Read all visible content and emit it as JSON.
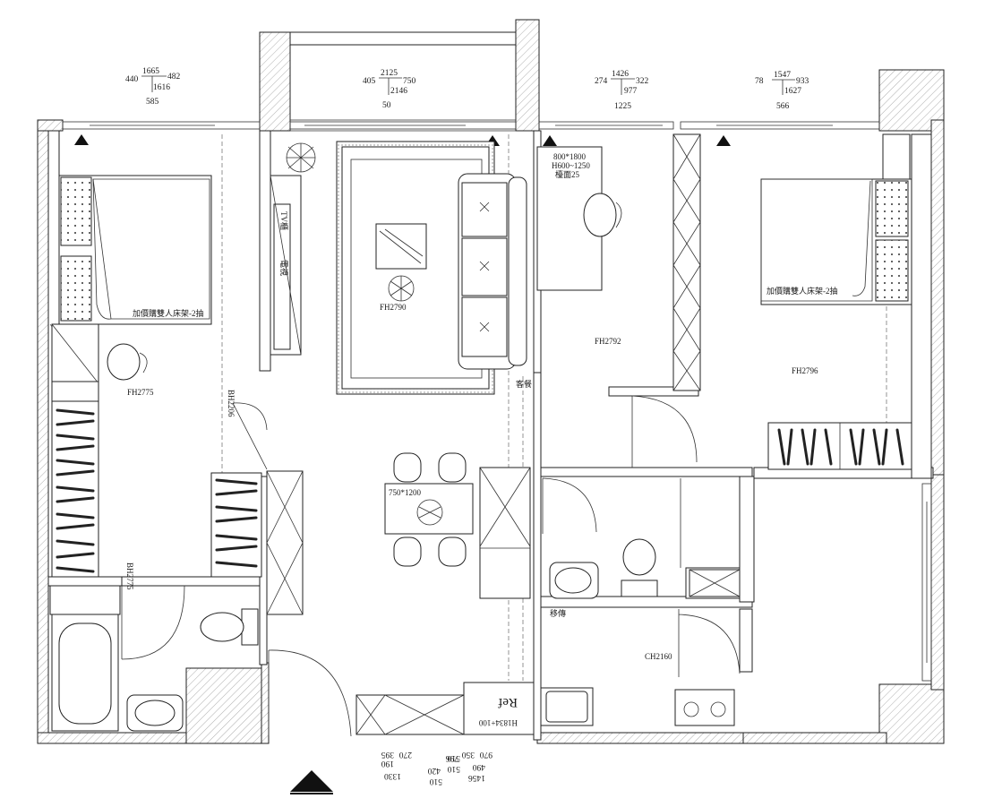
{
  "dimensions": {
    "top": [
      {
        "left": "440",
        "top": "1665",
        "right": "482",
        "sub": "1616",
        "bottom": "585"
      },
      {
        "left": "405",
        "top": "2125",
        "right": "750",
        "sub": "2146",
        "bottom": "50"
      },
      {
        "left": "274",
        "top": "1426",
        "right": "322",
        "sub": "977",
        "bottom": "1225"
      },
      {
        "left": "78",
        "top": "1547",
        "right": "933",
        "sub": "1627",
        "bottom": "566"
      }
    ],
    "bottom": [
      {
        "a": "1330",
        "b": "190",
        "c": "270",
        "d": "395"
      },
      {
        "a": "510",
        "b": "420",
        "c": "796"
      },
      {
        "a": "510",
        "b": "510"
      },
      {
        "a": "1456",
        "b": "490",
        "c": "970",
        "d": "350"
      }
    ]
  },
  "rooms": {
    "bedroom_left": {
      "bed_label": "加價購雙人床架-2抽",
      "code": "FH2775"
    },
    "living": {
      "code": "FH2790",
      "sofa_note": "客餐"
    },
    "study": {
      "desk_note_1": "800*1800",
      "desk_note_2": "H600~1250",
      "desk_note_3": "檯面25",
      "code": "FH2792"
    },
    "bedroom_right": {
      "bed_label": "加價購雙人床架-2抽",
      "code": "FH2796"
    },
    "dining": {
      "table_size": "750*1200"
    },
    "kitchen": {
      "code": "CH2160",
      "fridge": "Ref",
      "fridge_size": "H1834+100"
    },
    "bath": {
      "note": "移傳"
    }
  },
  "wardrobe_codes": {
    "left_door": "BH2206",
    "left_bottom": "BH2775"
  },
  "annotations": {
    "tv_wall_1": "TV櫃",
    "tv_wall_2": "電視"
  }
}
